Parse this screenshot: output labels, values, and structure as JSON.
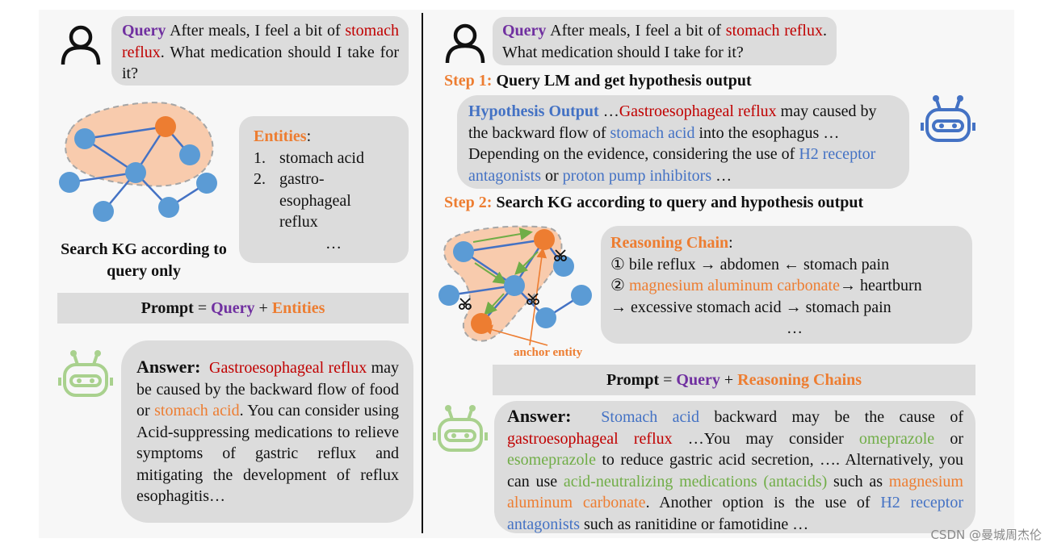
{
  "left": {
    "query": {
      "label": "Query",
      "t1": " After meals, I feel a bit of ",
      "hl": "stomach reflux",
      "t2": ". What medication should I take for it?"
    },
    "entities": {
      "label": "Entities",
      "colon": ":",
      "items": [
        {
          "num": "1.",
          "text": "stomach acid"
        },
        {
          "num": "2.",
          "text": "gastro-esophageal reflux"
        }
      ],
      "ellipsis": "…"
    },
    "kg_caption": "Search KG according to query only",
    "prompt": {
      "p1": "Prompt",
      "eq": " = ",
      "query": "Query",
      "plus": " + ",
      "entities": "Entities"
    },
    "answer": {
      "label": "Answer:",
      "s1": "Gastroesophageal reflux",
      "t1": " may be caused by the backward flow of food or ",
      "s2": "stomach acid",
      "t2": ". You can consider using Acid-suppressing medications to relieve symptoms of gastric reflux and mitigating the development of reflux esophagitis…"
    }
  },
  "right": {
    "query": {
      "label": "Query",
      "t1": " After meals, I feel a bit of ",
      "hl": "stomach reflux",
      "t2": ". What medication should I take for it?"
    },
    "step1": {
      "num": "Step 1:",
      "text": " Query LM and get hypothesis output"
    },
    "hypothesis": {
      "label": "Hypothesis Output",
      "t1": "  …",
      "s1": "Gastroesophageal reflux",
      "t2": " may caused by the backward flow of ",
      "s2": "stomach acid",
      "t3": " into the esophagus … Depending on the evidence, considering the use of ",
      "s3": "H2 receptor antagonists",
      "t4": " or ",
      "s4": "proton pump inhibitors",
      "t5": " …"
    },
    "step2": {
      "num": "Step 2:",
      "text": " Search KG according to query and hypothesis output"
    },
    "reasoning": {
      "label": "Reasoning Chain",
      "colon": ":",
      "line1": "① bile reflux → abdomen ← stomach pain",
      "line2_pre": "② ",
      "line2_hl": "magnesium aluminum carbonate",
      "line2_post": "→ heartburn",
      "line3": "→ excessive stomach acid → stomach pain",
      "ellipsis": "…"
    },
    "anchor_label": "anchor entity",
    "prompt": {
      "p1": "Prompt",
      "eq": " = ",
      "query": "Query",
      "plus": " + ",
      "chains": "Reasoning Chains"
    },
    "answer": {
      "label": "Answer:",
      "s1": "Stomach acid",
      "t1": " backward may be the cause of ",
      "s2": "gastroesophageal reflux",
      "t2": " …You may consider ",
      "s3": "omeprazole",
      "t3": " or ",
      "s4": "esomeprazole",
      "t4": " to reduce gastric acid secretion, …. Alternatively, you can use ",
      "s5": "acid-neutralizing medications (antacids)",
      "t5": " such as ",
      "s6": "magnesium aluminum carbonate",
      "t6": ". Another option is the use of ",
      "s7": "H2 receptor antagonists",
      "t7": " such as ranitidine or famotidine …"
    }
  },
  "watermark": "CSDN @曼城周杰伦",
  "icons": [
    "user-icon",
    "robot-icon",
    "scissors-icon"
  ],
  "colors": {
    "query": "#7030a0",
    "entity": "#ed7d31",
    "disease": "#c00000",
    "hypothesis": "#4472c4",
    "drug": "#70ad47",
    "node": "#5b9bd5",
    "robot_blue": "#4472c4",
    "robot_green": "#a9d18e"
  }
}
